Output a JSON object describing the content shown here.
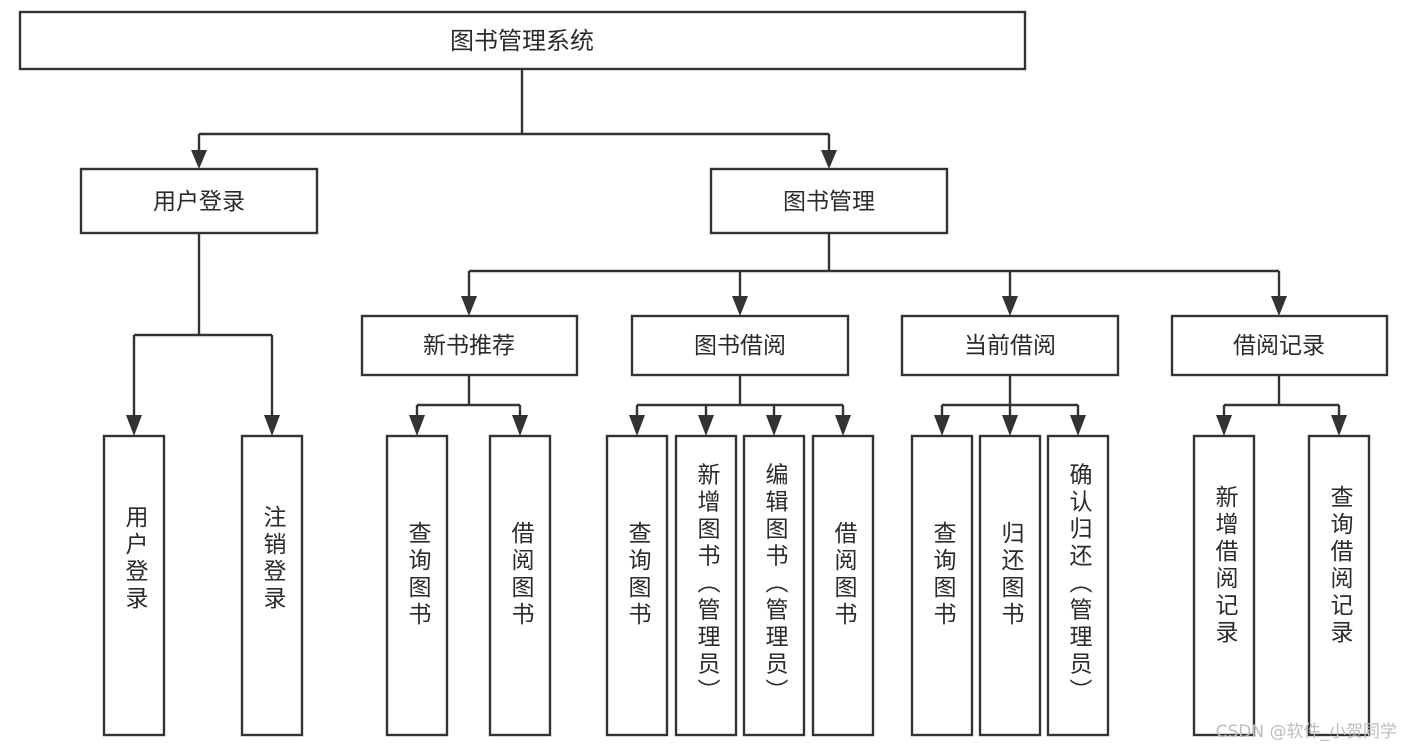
{
  "diagram": {
    "type": "tree-hierarchy",
    "title": "图书管理系统",
    "watermark": "CSDN @软件_小贺同学",
    "colors": {
      "stroke": "#333333",
      "fill": "#ffffff",
      "text": "#2b2b2b",
      "watermark": "#bdbdbd"
    },
    "levels": {
      "root": {
        "label": "图书管理系统"
      },
      "level2": [
        {
          "id": "user-login",
          "label": "用户登录"
        },
        {
          "id": "book-manage",
          "label": "图书管理"
        }
      ],
      "level3": [
        {
          "id": "new-book-recommend",
          "label": "新书推荐",
          "parent": "book-manage"
        },
        {
          "id": "book-borrow",
          "label": "图书借阅",
          "parent": "book-manage"
        },
        {
          "id": "current-borrow",
          "label": "当前借阅",
          "parent": "book-manage"
        },
        {
          "id": "borrow-record",
          "label": "借阅记录",
          "parent": "book-manage"
        }
      ],
      "leaves": [
        {
          "id": "leaf-user-login",
          "label": "用户登录",
          "parent": "user-login"
        },
        {
          "id": "leaf-user-logout",
          "label": "注销登录",
          "parent": "user-login"
        },
        {
          "id": "leaf-query-book-1",
          "label": "查询图书",
          "parent": "new-book-recommend"
        },
        {
          "id": "leaf-borrow-book-1",
          "label": "借阅图书",
          "parent": "new-book-recommend"
        },
        {
          "id": "leaf-query-book-2",
          "label": "查询图书",
          "parent": "book-borrow"
        },
        {
          "id": "leaf-add-book",
          "label": "新增图书（管理员）",
          "parent": "book-borrow"
        },
        {
          "id": "leaf-edit-book",
          "label": "编辑图书（管理员）",
          "parent": "book-borrow"
        },
        {
          "id": "leaf-borrow-book-2",
          "label": "借阅图书",
          "parent": "book-borrow"
        },
        {
          "id": "leaf-query-book-3",
          "label": "查询图书",
          "parent": "current-borrow"
        },
        {
          "id": "leaf-return-book",
          "label": "归还图书",
          "parent": "current-borrow"
        },
        {
          "id": "leaf-confirm-return",
          "label": "确认归还（管理员）",
          "parent": "current-borrow"
        },
        {
          "id": "leaf-add-record",
          "label": "新增借阅记录",
          "parent": "borrow-record"
        },
        {
          "id": "leaf-query-record",
          "label": "查询借阅记录",
          "parent": "borrow-record"
        }
      ]
    }
  }
}
